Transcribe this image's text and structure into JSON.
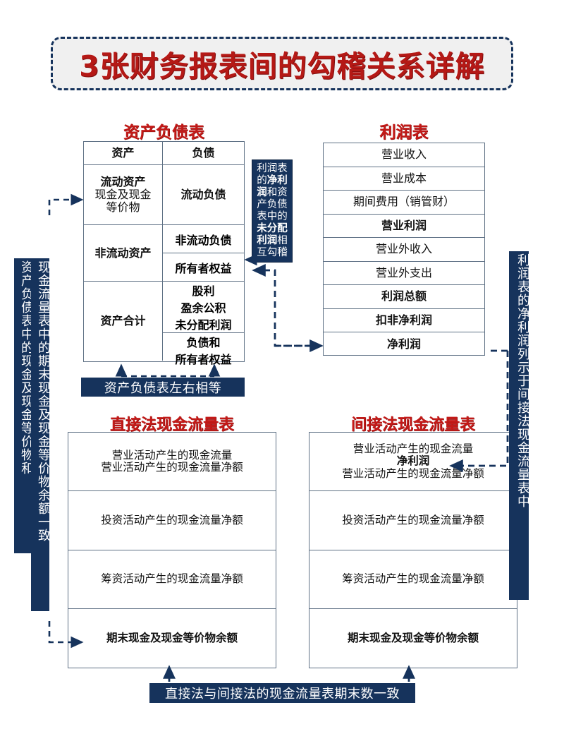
{
  "title": "3张财务报表间的勾稽关系详解",
  "colors": {
    "accent_red": "#c41a18",
    "navy": "#16335c",
    "border_gray": "#5f7185"
  },
  "sections": {
    "balance_sheet_title": "资产负债表",
    "income_statement_title": "利润表",
    "direct_cashflow_title": "直接法现金流量表",
    "indirect_cashflow_title": "间接法现金流量表"
  },
  "balance_sheet": {
    "header": {
      "assets": "资产",
      "liabilities": "负债"
    },
    "left": [
      {
        "bold_line": "流动资产",
        "lines": [
          "现金及现金",
          "等价物"
        ]
      },
      {
        "bold_line": "非流动资产",
        "lines": []
      },
      {
        "bold_line": "资产合计",
        "lines": []
      }
    ],
    "right": [
      "流动负债",
      "非流动负债",
      "所有者权益",
      "股利",
      "盈余公积",
      "未分配利润",
      "负债和",
      "所有者权益"
    ]
  },
  "income_statement": {
    "rows": [
      {
        "label": "营业收入",
        "bold": false
      },
      {
        "label": "营业成本",
        "bold": false
      },
      {
        "label": "期间费用（销管财）",
        "bold": false
      },
      {
        "label": "营业利润",
        "bold": true
      },
      {
        "label": "营业外收入",
        "bold": false
      },
      {
        "label": "营业外支出",
        "bold": false
      },
      {
        "label": "利润总额",
        "bold": true
      },
      {
        "label": "扣非净利润",
        "bold": true
      },
      {
        "label": "净利润",
        "bold": true
      }
    ]
  },
  "direct_cashflow": {
    "rows": [
      {
        "lines": [
          {
            "text": "营业活动产生的现金流量",
            "bold": false
          },
          {
            "text": "营业活动产生的现金流量净额",
            "bold": false
          }
        ]
      },
      {
        "lines": [
          {
            "text": "投资活动产生的现金流量净额",
            "bold": false
          }
        ]
      },
      {
        "lines": [
          {
            "text": "筹资活动产生的现金流量净额",
            "bold": false
          }
        ]
      },
      {
        "lines": [
          {
            "text": "期末现金及现金等价物余额",
            "bold": true
          }
        ]
      }
    ]
  },
  "indirect_cashflow": {
    "rows": [
      {
        "lines": [
          {
            "text": "营业活动产生的现金流量",
            "bold": false
          },
          {
            "text": "净利润",
            "bold": true
          },
          {
            "text": "营业活动产生的现金流量净额",
            "bold": false
          }
        ]
      },
      {
        "lines": [
          {
            "text": "投资活动产生的现金流量净额",
            "bold": false
          }
        ]
      },
      {
        "lines": [
          {
            "text": "筹资活动产生的现金流量净额",
            "bold": false
          }
        ]
      },
      {
        "lines": [
          {
            "text": "期末现金及现金等价物余额",
            "bold": true
          }
        ]
      }
    ]
  },
  "notes": {
    "middle": {
      "segments": [
        {
          "text": "利润表的",
          "bold": false
        },
        {
          "text": "净利润",
          "bold": true
        },
        {
          "text": "和",
          "bold": false
        },
        {
          "text": "资产负债",
          "bold": false
        },
        {
          "text": "表中的",
          "bold": false
        },
        {
          "text": "未",
          "bold": true
        },
        {
          "text": "分配利润",
          "bold": true
        },
        {
          "text": "相互勾稽",
          "bold": false
        }
      ],
      "full_text": "利润表的净利润和资产负债表中的未分配利润相互勾稽"
    },
    "left_inner_vertical": "现金流量表中的期末现金及现金等价物余额一致",
    "left_outer_vertical": "资产负债表中的现金及现金等价物和",
    "right_vertical": "利润表的净利润列示于间接法现金流量表中",
    "balance_equal_label": "资产负债表左右相等",
    "balance_equal_bold_part": "左右相等",
    "cashflow_equal_label": "直接法与间接法的现金流量表期末数一致"
  }
}
